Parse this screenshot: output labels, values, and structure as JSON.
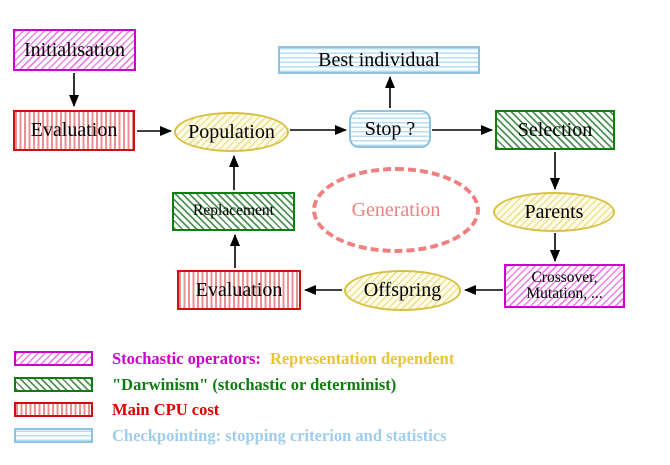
{
  "nodes": {
    "initialisation": {
      "label": "Initialisation"
    },
    "evaluation_top": {
      "label": "Evaluation"
    },
    "population": {
      "label": "Population"
    },
    "best_individual": {
      "label": "Best individual"
    },
    "stop": {
      "label": "Stop ?"
    },
    "selection": {
      "label": "Selection"
    },
    "replacement": {
      "label": "Replacement"
    },
    "generation": {
      "label": "Generation"
    },
    "parents": {
      "label": "Parents"
    },
    "crossover": {
      "line1": "Crossover,",
      "line2": "Mutation, ..."
    },
    "offspring": {
      "label": "Offspring"
    },
    "evaluation_bottom": {
      "label": "Evaluation"
    }
  },
  "legend": {
    "rows": [
      {
        "swatch": "magenta-diagonal-hatch",
        "text": "Stochastic operators:",
        "text2": "Representation dependent"
      },
      {
        "swatch": "green-diagonal-hatch",
        "text": "\"Darwinism\" (stochastic or determinist)"
      },
      {
        "swatch": "red-vertical-stripes",
        "text": "Main CPU cost"
      },
      {
        "swatch": "blue-horizontal-lines",
        "text": "Checkpointing: stopping criterion and statistics"
      }
    ]
  },
  "colors": {
    "magenta": "#cc00cc",
    "magenta_hatch": "#ec82e8",
    "red": "#cc1111",
    "red_stripe": "#ea9090",
    "green": "#0f7d0f",
    "green_hatch": "#4f9455",
    "gold": "#d8c042",
    "gold_hatch": "#ece193",
    "gold_fill": "#fffdea",
    "blue": "#8ec2e0",
    "blue_line": "#b5dcf0",
    "salmon": "#f08080",
    "gold_text": "#e9c437",
    "blue_text": "#9fcdeb",
    "arrow": "#000000"
  }
}
